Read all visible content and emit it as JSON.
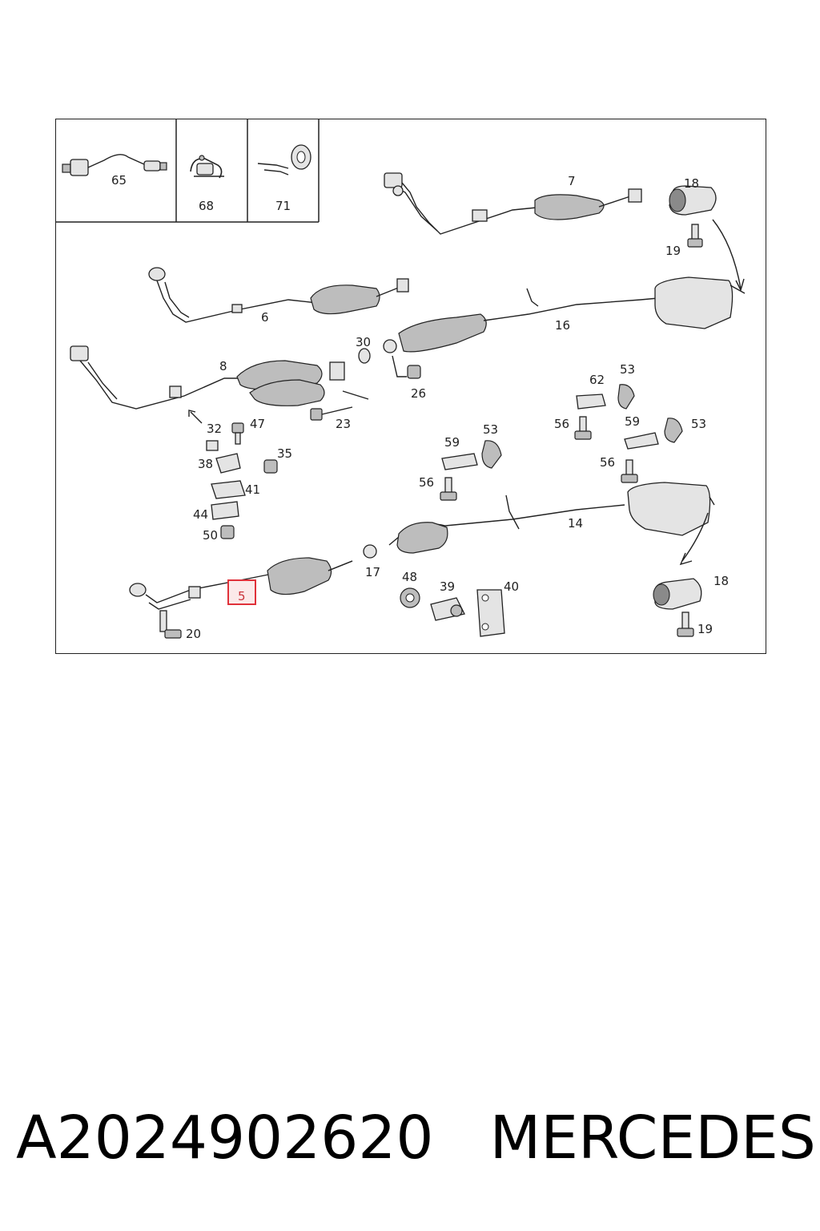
{
  "diagram": {
    "inset_labels": [
      "65",
      "68",
      "71"
    ],
    "part_labels": {
      "p7": "7",
      "p18a": "18",
      "p19a": "19",
      "p6": "6",
      "p16": "16",
      "p8": "8",
      "p30": "30",
      "p26": "26",
      "p23": "23",
      "p32": "32",
      "p47": "47",
      "p35": "35",
      "p38": "38",
      "p41": "41",
      "p44": "44",
      "p50": "50",
      "p62": "62",
      "p53a": "53",
      "p56a": "56",
      "p59a": "59",
      "p53b": "53",
      "p59b": "59",
      "p53c": "53",
      "p56b": "56",
      "p56c": "56",
      "p14": "14",
      "p17": "17",
      "p48": "48",
      "p39": "39",
      "p40": "40",
      "p18b": "18",
      "p19b": "19",
      "p5": "5",
      "p20": "20"
    },
    "highlighted_part": "5"
  },
  "caption": {
    "part_number": "A2024902620",
    "brand": "MERCEDES"
  }
}
